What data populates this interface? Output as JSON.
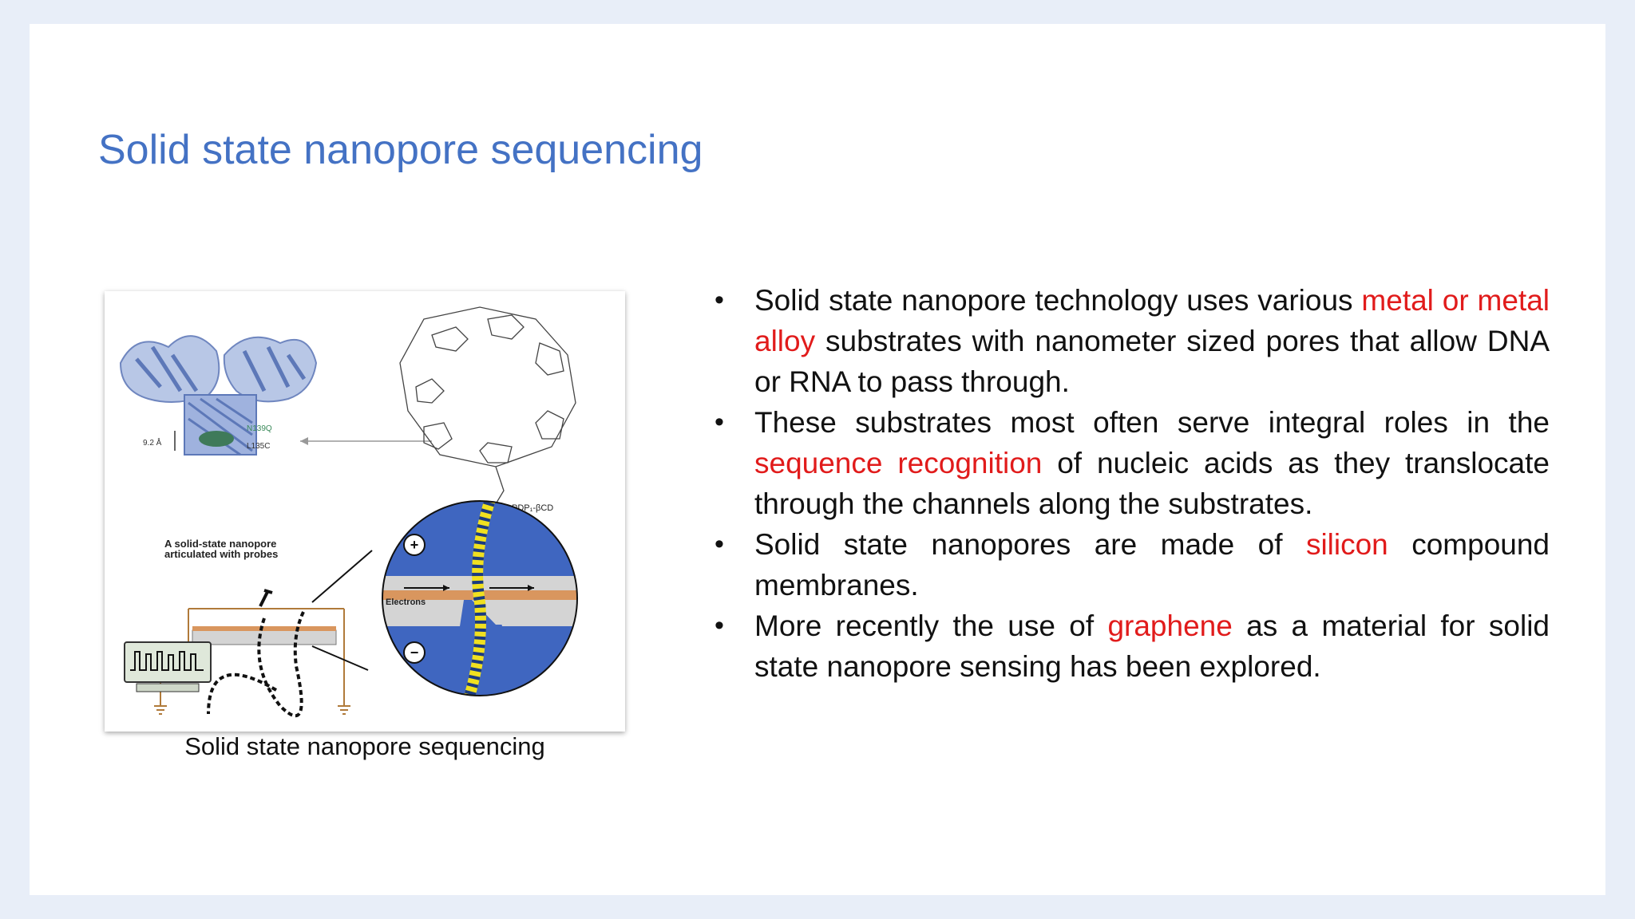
{
  "slide": {
    "title": "Solid state nanopore sequencing",
    "caption": "Solid state nanopore sequencing"
  },
  "figure": {
    "labels": {
      "dim": "9.2 Å",
      "mut1": "N139Q",
      "mut2": "L135C",
      "compound": "am₆amPDP₁-βCD",
      "heading_line1": "A solid-state nanopore",
      "heading_line2": "articulated with probes",
      "electrons": "Electrons",
      "plus": "+",
      "minus": "−"
    }
  },
  "bullets": [
    {
      "before": "Solid state nanopore technology uses various ",
      "highlight": "metal or metal alloy",
      "after": " substrates with nanometer sized pores that allow DNA or RNA to pass through."
    },
    {
      "before": "These substrates most often serve integral roles in the ",
      "highlight": "sequence recognition",
      "after": " of nucleic acids as they translocate through the channels along the substrates."
    },
    {
      "before": "Solid state nanopores are made of ",
      "highlight": "silicon",
      "after": " compound membranes."
    },
    {
      "before": "More recently the use of ",
      "highlight": "graphene",
      "after": " as a material for solid state nanopore sensing has been explored."
    }
  ],
  "colors": {
    "title": "#4472c4",
    "highlight": "#e11b1b",
    "background": "#e8eef8"
  }
}
